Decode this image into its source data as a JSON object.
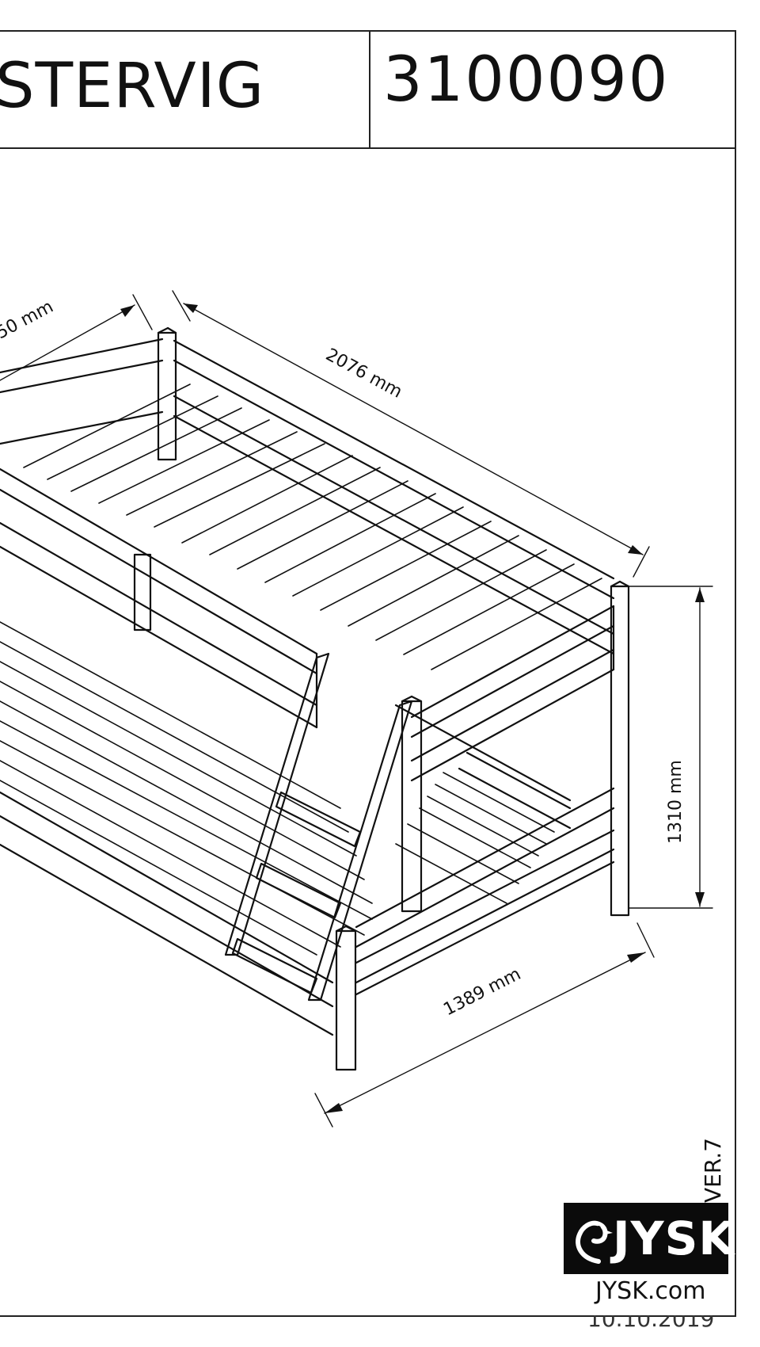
{
  "header": {
    "product_name": "STERVIG",
    "product_number": "3100090"
  },
  "dimensions": {
    "width_partial": "50 mm",
    "length": "2076 mm",
    "height": "1310 mm",
    "depth": "1389 mm"
  },
  "footer": {
    "version": "VER.7",
    "brand": "JYSK",
    "website": "JYSK.com",
    "date_partial": "10.10.2019"
  },
  "icons": {
    "logo_mark": "bird-icon",
    "drawing": "bunk-bed-drawing"
  },
  "colors": {
    "line": "#111111",
    "logo_background": "#0b0b0b",
    "logo_text": "#ffffff"
  }
}
